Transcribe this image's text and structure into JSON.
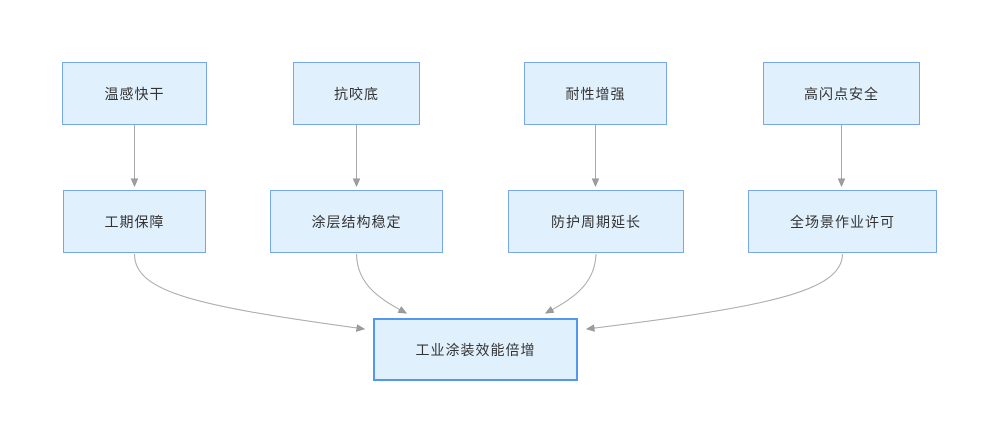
{
  "diagram": {
    "type": "flowchart",
    "background_color": "#ffffff",
    "colors": {
      "node_fill": "#e1f0fd",
      "node_border": "#78a7e8",
      "final_node_border": "#5596ee",
      "edge_line": "#a9a9a9",
      "arrowhead": "#9d9d9d",
      "text": "#333333"
    },
    "nodes": [
      {
        "id": "quick-dry",
        "label": "温感快干"
      },
      {
        "id": "anti-bite",
        "label": "抗咬底"
      },
      {
        "id": "durability",
        "label": "耐性增强"
      },
      {
        "id": "high-flash-point",
        "label": "高闪点安全"
      },
      {
        "id": "schedule-guarantee",
        "label": "工期保障"
      },
      {
        "id": "coating-stability",
        "label": "涂层结构稳定"
      },
      {
        "id": "protection-cycle",
        "label": "防护周期延长"
      },
      {
        "id": "all-scenario-permit",
        "label": "全场景作业许可"
      },
      {
        "id": "coating-efficiency",
        "label": "工业涂装效能倍增"
      }
    ],
    "edges": [
      {
        "from": "温感快干",
        "to": "工期保障"
      },
      {
        "from": "抗咬底",
        "to": "涂层结构稳定"
      },
      {
        "from": "耐性增强",
        "to": "防护周期延长"
      },
      {
        "from": "高闪点安全",
        "to": "全场景作业许可"
      },
      {
        "from": "工期保障",
        "to": "工业涂装效能倍增"
      },
      {
        "from": "涂层结构稳定",
        "to": "工业涂装效能倍增"
      },
      {
        "from": "防护周期延长",
        "to": "工业涂装效能倍增"
      },
      {
        "from": "全场景作业许可",
        "to": "工业涂装效能倍增"
      }
    ]
  }
}
